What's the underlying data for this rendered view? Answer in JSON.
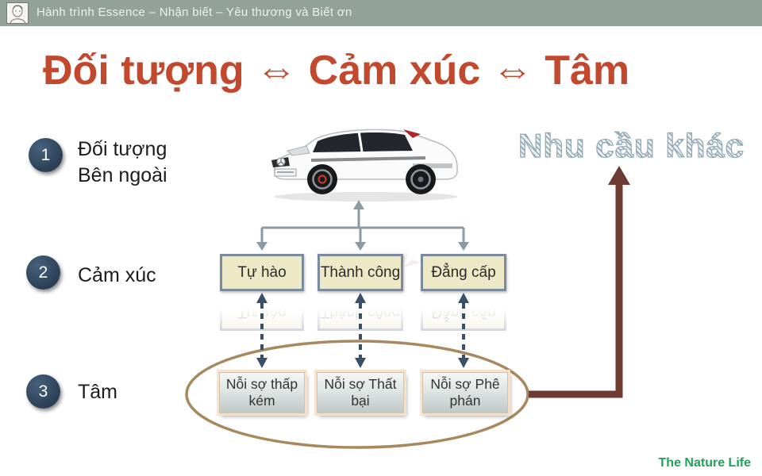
{
  "header": {
    "logo_icon": "portrait-sketch",
    "title": "Hành trình Essence – Nhận biết – Yêu thương và Biết ơn"
  },
  "slide_title": "Đối tượng ⇔ Cảm xúc ⇔ Tâm",
  "steps": [
    {
      "number": "1",
      "line1": "Đối tượng",
      "line2": "Bên ngoài"
    },
    {
      "number": "2",
      "line1": "Cảm xúc",
      "line2": ""
    },
    {
      "number": "3",
      "line1": "Tâm",
      "line2": ""
    }
  ],
  "diagram": {
    "car_image": "white-mercedes-hatchback",
    "emotions": [
      "Tự hào",
      "Thành công",
      "Đẳng cấp"
    ],
    "fears": [
      "Nỗi sợ thấp kém",
      "Nỗi sợ Thất bại",
      "Nỗi sợ Phê phán"
    ],
    "other_need_label": "Nhu cầu khác"
  },
  "footer": {
    "brand": "The Nature Life"
  },
  "colors": {
    "header_bg": "#93A299",
    "title_red": "#C3492E",
    "step_circle": "#2F4459",
    "emotion_box_bg": "#EDE8C5",
    "emotion_box_border": "#7C8B9B",
    "connector_gray": "#8C9AA5",
    "dashed_arrow_blue": "#3A5068",
    "ellipse_tan": "#A8895E",
    "other_need_arrow_maroon": "#6E3B33",
    "footer_green": "#1FA356"
  }
}
